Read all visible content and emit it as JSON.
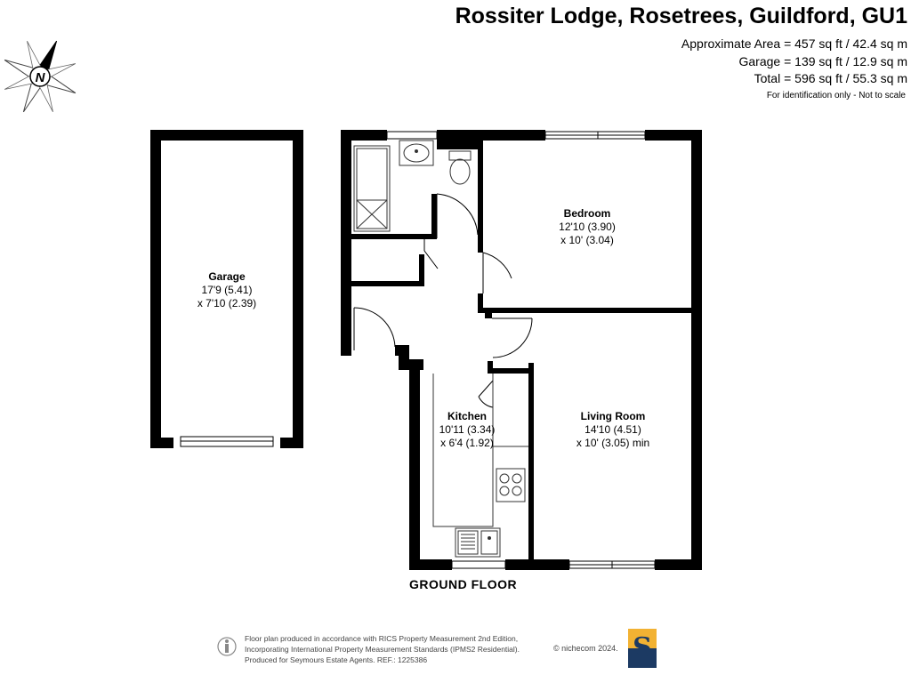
{
  "header": {
    "title": "Rossiter Lodge, Rosetrees, Guildford, GU1",
    "approx_area": "Approximate Area = 457 sq ft / 42.4 sq m",
    "garage_area": "Garage = 139 sq ft / 12.9 sq m",
    "total_area": "Total = 596 sq ft / 55.3 sq m",
    "identification_note": "For identification only - Not to scale"
  },
  "compass": {
    "letter": "N",
    "icon": "north-compass-icon"
  },
  "rooms": {
    "garage": {
      "name": "Garage",
      "dim1": "17'9 (5.41)",
      "dim2": "x 7'10 (2.39)"
    },
    "bedroom": {
      "name": "Bedroom",
      "dim1": "12'10 (3.90)",
      "dim2": "x 10' (3.04)"
    },
    "kitchen": {
      "name": "Kitchen",
      "dim1": "10'11 (3.34)",
      "dim2": "x 6'4 (1.92)"
    },
    "living_room": {
      "name": "Living Room",
      "dim1": "14'10 (4.51)",
      "dim2": "x 10' (3.05) min"
    }
  },
  "floor_label": "GROUND FLOOR",
  "footer": {
    "line1": "Floor plan produced in accordance with RICS Property Measurement 2nd Edition,",
    "line2": "Incorporating International Property Measurement Standards (IPMS2 Residential).",
    "line3": "Produced for Seymours Estate Agents.   REF.: 1225386",
    "copyright": "© nichecom 2024.",
    "logo_letter": "S"
  },
  "colors": {
    "wall": "#000000",
    "logo_navy": "#1c3a63",
    "logo_gold": "#f2b233",
    "fixture_line": "#333333"
  }
}
